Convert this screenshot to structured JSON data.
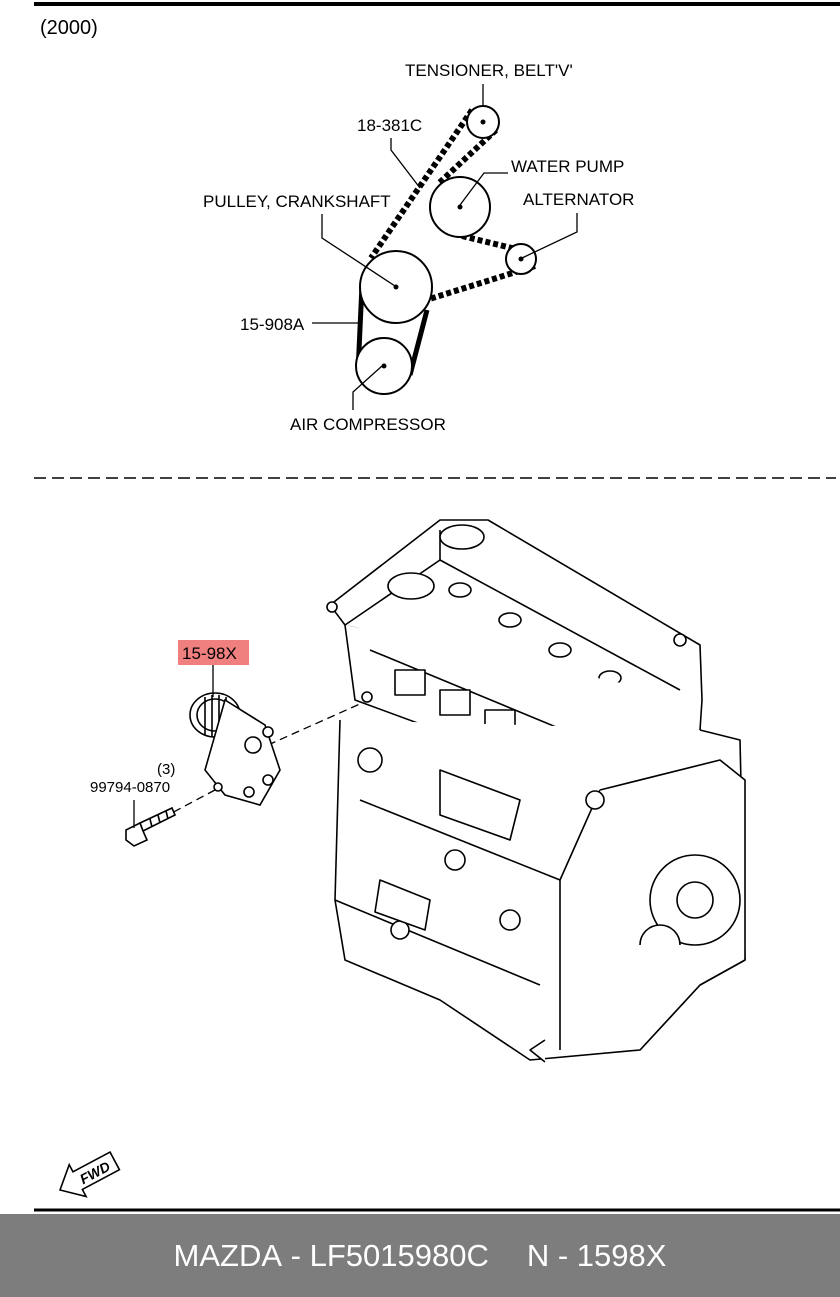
{
  "variant_label": "(2000)",
  "belt_diagram": {
    "tensioner_label": "TENSIONER, BELT'V'",
    "belt1_part_label": "18-381C",
    "water_pump_label": "WATER PUMP",
    "crankshaft_label": "PULLEY, CRANKSHAFT",
    "alternator_label": "ALTERNATOR",
    "belt2_part_label": "15-908A",
    "air_compressor_label": "AIR COMPRESSOR"
  },
  "engine_diagram": {
    "highlighted_part_label": "15-98X",
    "bolt_quantity_label": "(3)",
    "bolt_part_label": "99794-0870",
    "fwd_label": "FWD",
    "highlight_color": "#f08080"
  },
  "footer": {
    "brand": "MAZDA",
    "separator": " - ",
    "part_number": "LF5015980C",
    "code": "N - 1598X"
  }
}
